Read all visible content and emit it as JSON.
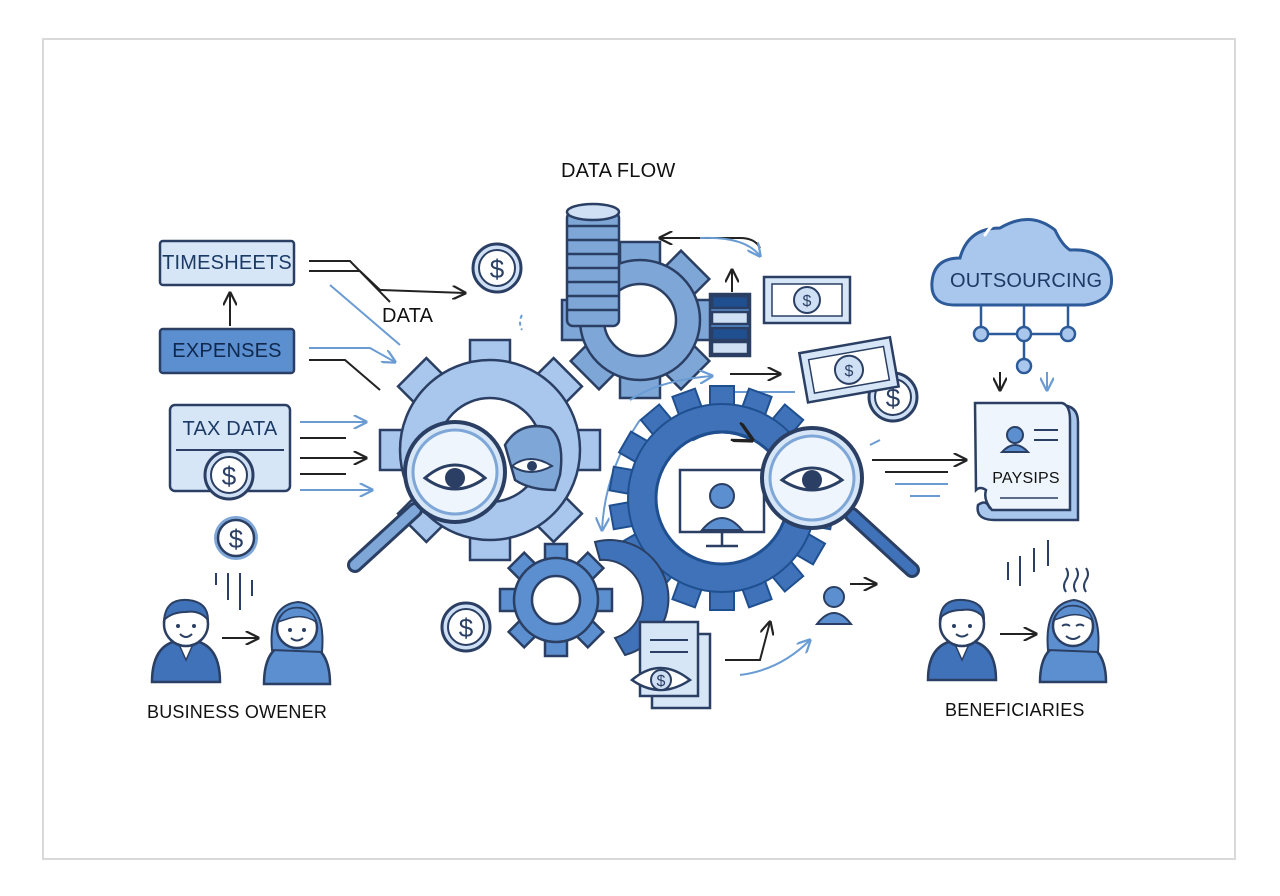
{
  "colors": {
    "ink": "#2a3f63",
    "primary": "#4a7dbf",
    "mid": "#7ea7d8",
    "light": "#cfe0f5",
    "dark": "#2d5a99",
    "deep": "#1f4f8f"
  },
  "title": "DATA FLOW",
  "inputs": {
    "timesheets": "TIMESHEETS",
    "expenses": "EXPENSES",
    "tax_data": "TAX DATA",
    "data": "DATA"
  },
  "outsourcing": "OUTSOURCING",
  "payslips": "PAYSIPS",
  "left_group": "BUSINESS OWENER",
  "right_group": "BENEFICIARIES",
  "currency_symbol": "$",
  "icons": [
    "dollar-coin-icon",
    "coin-stack-icon",
    "gear-icon",
    "magnifier-eye-icon",
    "cloud-icon",
    "document-icon",
    "banknote-icon",
    "person-icon",
    "server-icon"
  ]
}
